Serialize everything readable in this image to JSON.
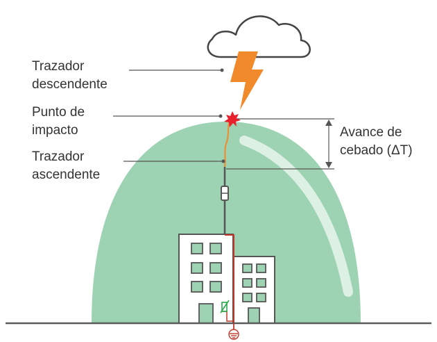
{
  "labels": {
    "trazador_descendente": [
      "Trazador",
      "descendente"
    ],
    "punto_de_impacto": [
      "Punto de",
      "impacto"
    ],
    "trazador_ascendente": [
      "Trazador",
      "ascendente"
    ],
    "avance_de_cebado": [
      "Avance de",
      "cebado (ΔT)"
    ]
  },
  "colors": {
    "protection_zone": "#9dd3b3",
    "lightning_bolt": "#f08a2b",
    "impact_star": "#e8212d",
    "building_fill": "#ffffff",
    "window_fill": "#9dd3b3",
    "down_conductor": "#c0392b",
    "ground_line": "#5a5a5a",
    "text": "#333333"
  },
  "icons": [
    "cloud-icon",
    "lightning-bolt-icon",
    "impact-star-icon",
    "ground-symbol-icon"
  ]
}
